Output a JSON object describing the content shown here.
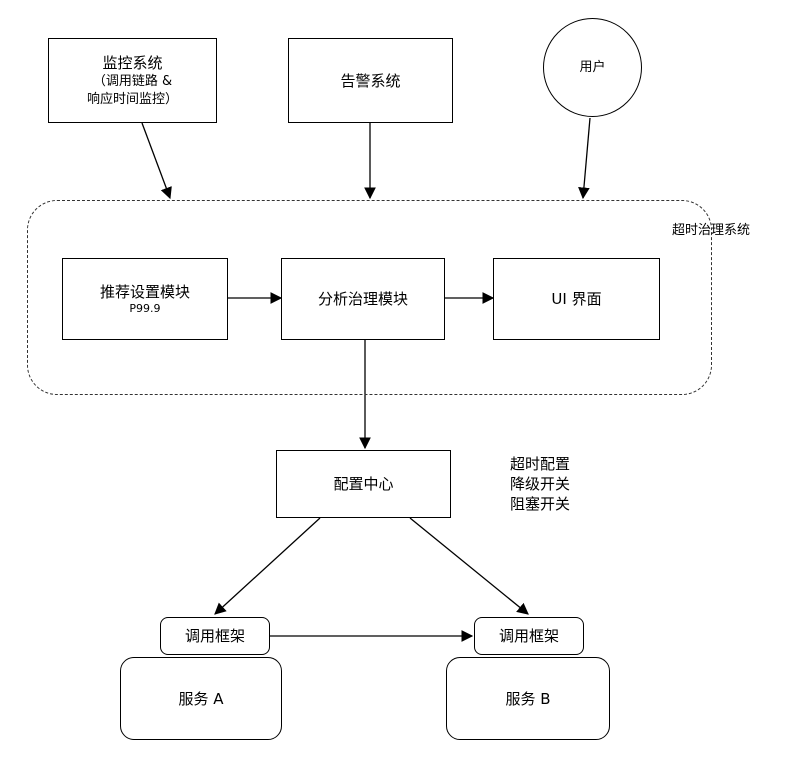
{
  "nodes": {
    "monitor": {
      "title": "监控系统",
      "sub1": "（调用链路 &",
      "sub2": "响应时间监控）"
    },
    "alert": {
      "title": "告警系统"
    },
    "user": {
      "title": "用户"
    },
    "group_label": "超时治理系统",
    "recommend": {
      "title": "推荐设置模块",
      "sub": "P99.9"
    },
    "analysis": {
      "title": "分析治理模块"
    },
    "ui": {
      "title": "UI 界面"
    },
    "config_center": {
      "title": "配置中心"
    },
    "config_items": [
      "超时配置",
      "降级开关",
      "阻塞开关"
    ],
    "framework_a": {
      "title": "调用框架"
    },
    "framework_b": {
      "title": "调用框架"
    },
    "service_a": {
      "title": "服务 A"
    },
    "service_b": {
      "title": "服务 B"
    }
  }
}
